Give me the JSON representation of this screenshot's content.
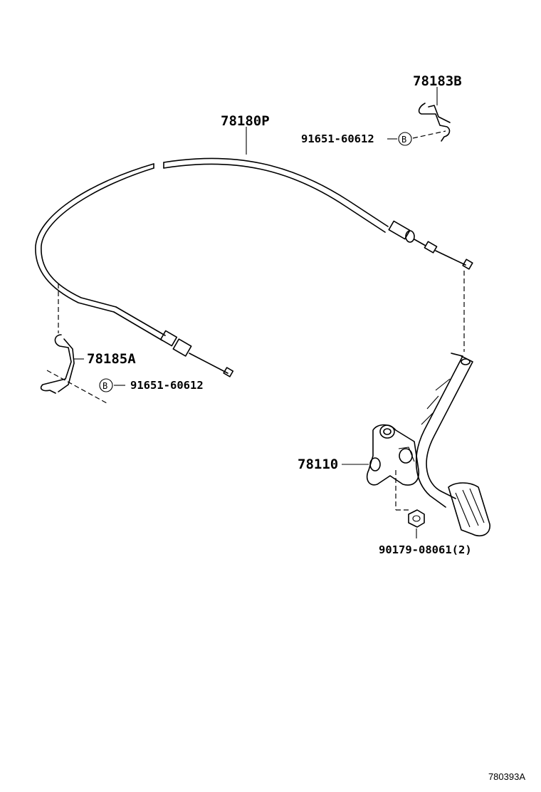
{
  "parts": {
    "cable": "78180P",
    "clamp_upper": "78183B",
    "clamp_lower": "78185A",
    "bolt_upper": "91651-60612",
    "bolt_lower": "91651-60612",
    "pedal": "78110",
    "nut": "90179-08061(2)"
  },
  "markers": {
    "bolt_upper": "B",
    "bolt_lower": "B"
  },
  "diagram_id": "780393A"
}
